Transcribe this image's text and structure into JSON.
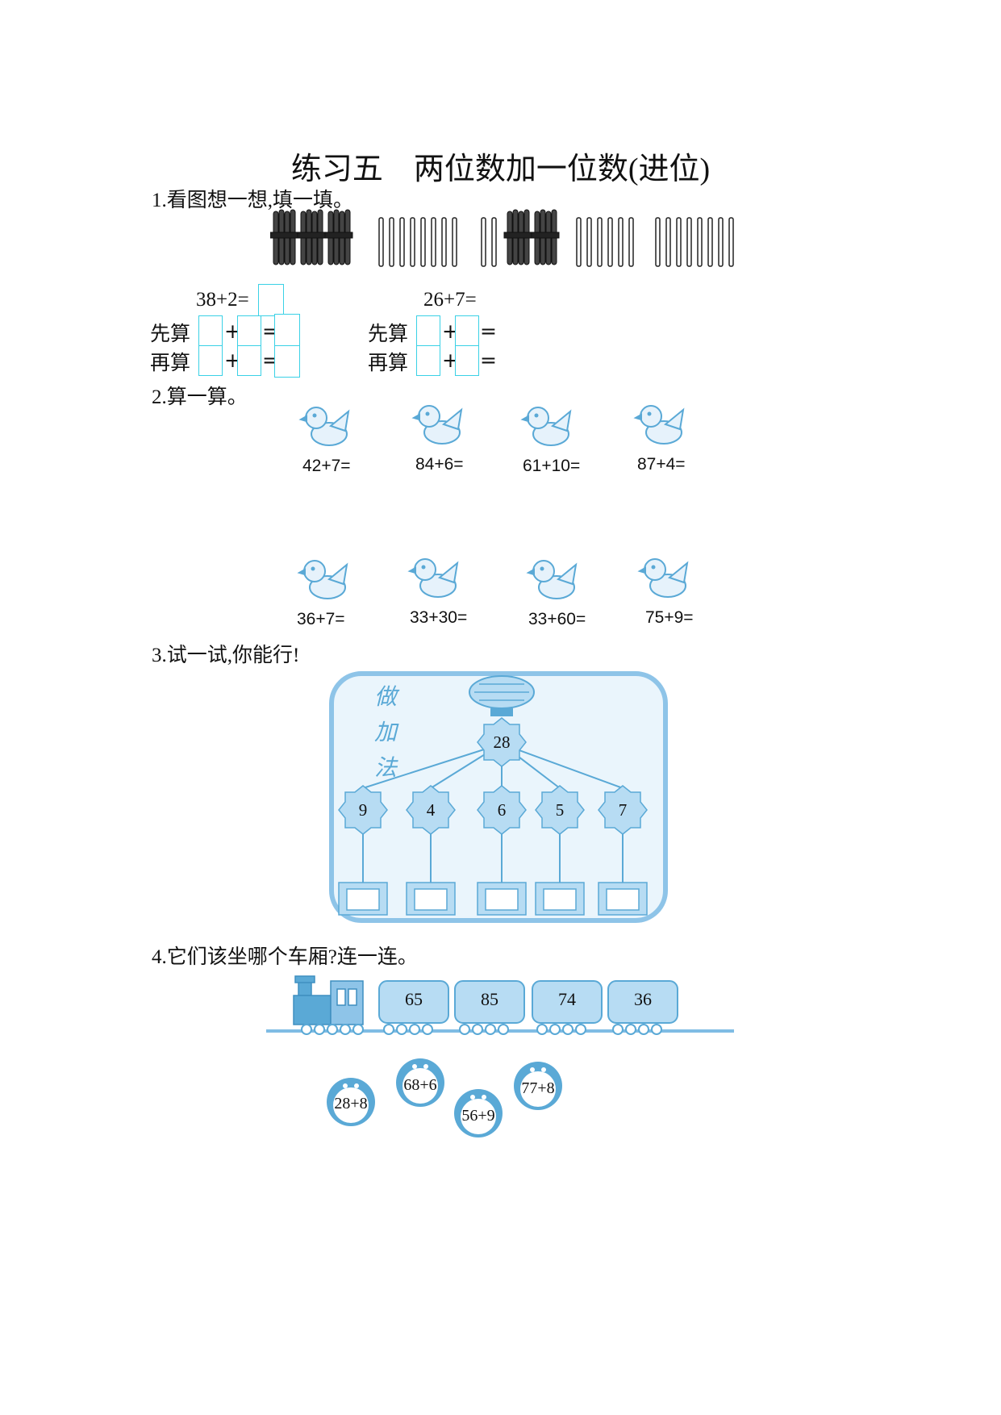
{
  "title": "练习五　两位数加一位数(进位)",
  "q1": {
    "label": "1.看图想一想,填一填。",
    "left": {
      "expr": "38+2=",
      "step1": "先算",
      "step2": "再算",
      "plus": "+",
      "eq": "="
    },
    "right": {
      "expr": "26+7=",
      "step1": "先算",
      "step2": "再算",
      "plus": "+",
      "eq": "="
    }
  },
  "q2": {
    "label": "2.算一算。",
    "row1": [
      "42+7=",
      "84+6=",
      "61+10=",
      "87+4="
    ],
    "row2": [
      "36+7=",
      "33+30=",
      "33+60=",
      "75+9="
    ]
  },
  "q3": {
    "label": "3.试一试,你能行!",
    "side_text": [
      "做",
      "加",
      "法"
    ],
    "top_number": "28",
    "numbers": [
      "9",
      "4",
      "6",
      "5",
      "7"
    ]
  },
  "q4": {
    "label": "4.它们该坐哪个车厢?连一连。",
    "cars": [
      "65",
      "85",
      "74",
      "36"
    ],
    "penguins": [
      "28+8",
      "68+6",
      "56+9",
      "77+8"
    ]
  },
  "colors": {
    "accent": "#5aa9d6",
    "box": "#3ad1e6",
    "light": "#cfe6f5"
  }
}
